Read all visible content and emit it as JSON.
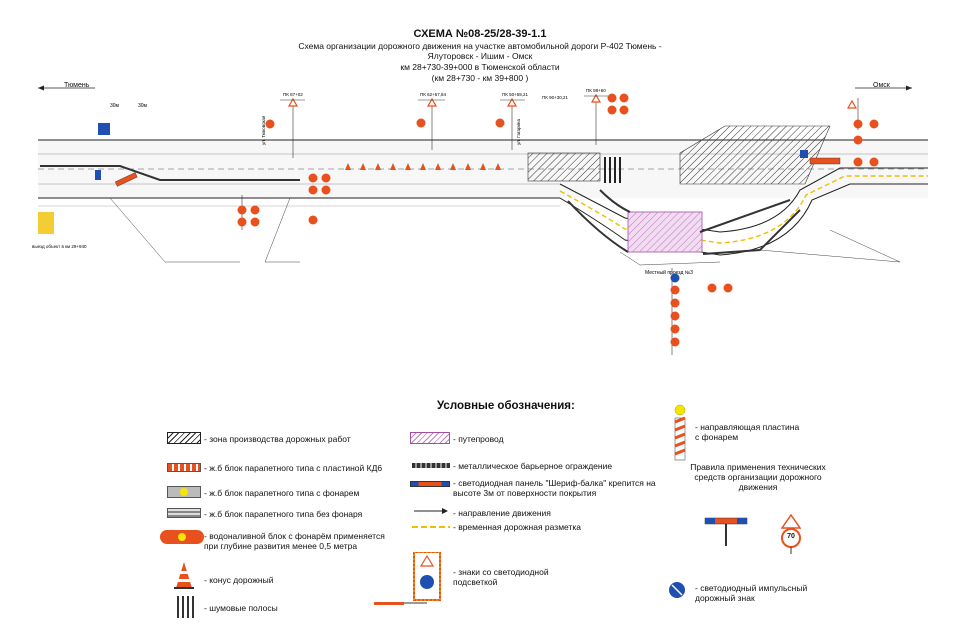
{
  "title": {
    "line1": "СХЕМА №08-25/28-39-1.1",
    "line2": "Схема организации дорожного движения на участке автомобильной дороги Р-402 Тюмень - Ялуторовск - Ишим - Омск",
    "line3": "км 28+730-39+000 в Тюменской области",
    "line4": "(км 28+730 - км 39+800 )"
  },
  "directions": {
    "left": "Тюмень",
    "right": "Омск"
  },
  "legend": {
    "heading": "Условные обозначения:",
    "items": [
      {
        "id": "work-zone",
        "label": "- зона производства дорожных работ"
      },
      {
        "id": "block-kd6",
        "label": "- ж.б блок парапетного типа с пластиной КД6"
      },
      {
        "id": "block-lamp",
        "label": "- ж.б блок парапетного типа с фонарем"
      },
      {
        "id": "block-nolamp",
        "label": "- ж.б блок парапетного типа без фонаря"
      },
      {
        "id": "water-block",
        "label": "- водоналивной блок с фонарём применяется при глубине развития менее 0,5 метра"
      },
      {
        "id": "cone",
        "label": "- конус дорожный"
      },
      {
        "id": "noise-strips",
        "label": "- шумовые полосы"
      },
      {
        "id": "overpass",
        "label": "- путепровод"
      },
      {
        "id": "barrier",
        "label": "- металлическое барьерное ограждение"
      },
      {
        "id": "led-panel",
        "label": "- светодиодная панель \"Шериф-балка\" крепится на высоте 3м от поверхности покрытия"
      },
      {
        "id": "traffic-dir",
        "label": "- направление движения"
      },
      {
        "id": "temp-marking",
        "label": "- временная дорожная разметка"
      },
      {
        "id": "led-signs",
        "label": "- знаки со светодиодной подсветкой"
      },
      {
        "id": "guide-plate",
        "label": "- направляющая пластина с фонарем"
      },
      {
        "id": "led-impulse",
        "label": "- светодиодный импульсный дорожный знак"
      }
    ],
    "rules_note": "Правила применения технических средств организации дорожного движения",
    "sign_speed": "70"
  },
  "map_labels": {
    "pk1": "ПК 87+02",
    "pk2": "ПК 62+57,84",
    "pk3": "ПК 50+59,21",
    "pk4": "ПК 90+30,21",
    "pk5": "ПК 98+60",
    "street1": "ул. Тюковская",
    "street2": "ул. Гагарина",
    "local_road": "Местный проезд №3",
    "exit_note": "выезд объект в км 29+940",
    "dim1": "30м",
    "dim2": "30м",
    "pk_right": "ПК 98+60"
  },
  "colors": {
    "sign_red": "#e8501e",
    "hatch_pink": "#d9a3d9",
    "road_line": "#222222",
    "yellow_marking": "#f0c000",
    "blue": "#1f4fb0"
  }
}
